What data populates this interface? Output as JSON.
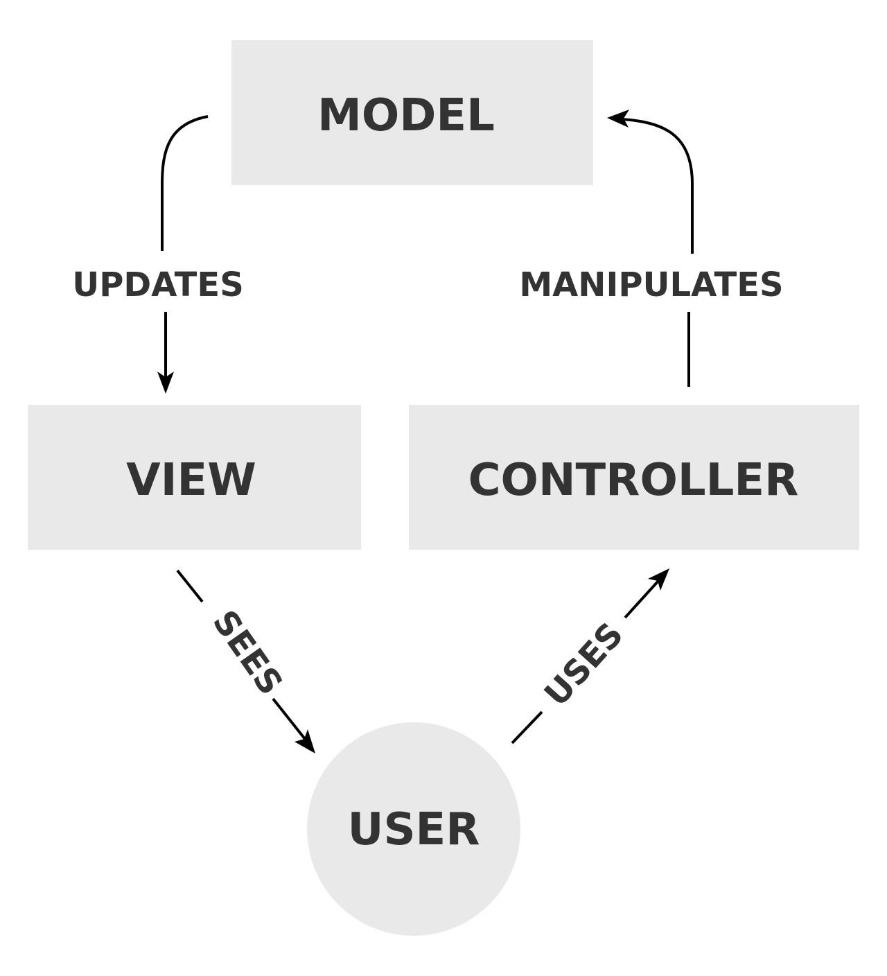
{
  "colors": {
    "node_fill": "#e9e9e9",
    "text": "#333333",
    "edge": "#000000",
    "background": "#ffffff"
  },
  "nodes": {
    "model": {
      "label": "MODEL",
      "shape": "rectangle"
    },
    "view": {
      "label": "VIEW",
      "shape": "rectangle"
    },
    "controller": {
      "label": "CONTROLLER",
      "shape": "rectangle"
    },
    "user": {
      "label": "USER",
      "shape": "circle"
    }
  },
  "edges": {
    "updates": {
      "label": "UPDATES",
      "from": "MODEL",
      "to": "VIEW"
    },
    "manipulates": {
      "label": "MANIPULATES",
      "from": "CONTROLLER",
      "to": "MODEL"
    },
    "sees": {
      "label": "SEES",
      "from": "VIEW",
      "to": "USER"
    },
    "uses": {
      "label": "USES",
      "from": "USER",
      "to": "CONTROLLER"
    }
  }
}
